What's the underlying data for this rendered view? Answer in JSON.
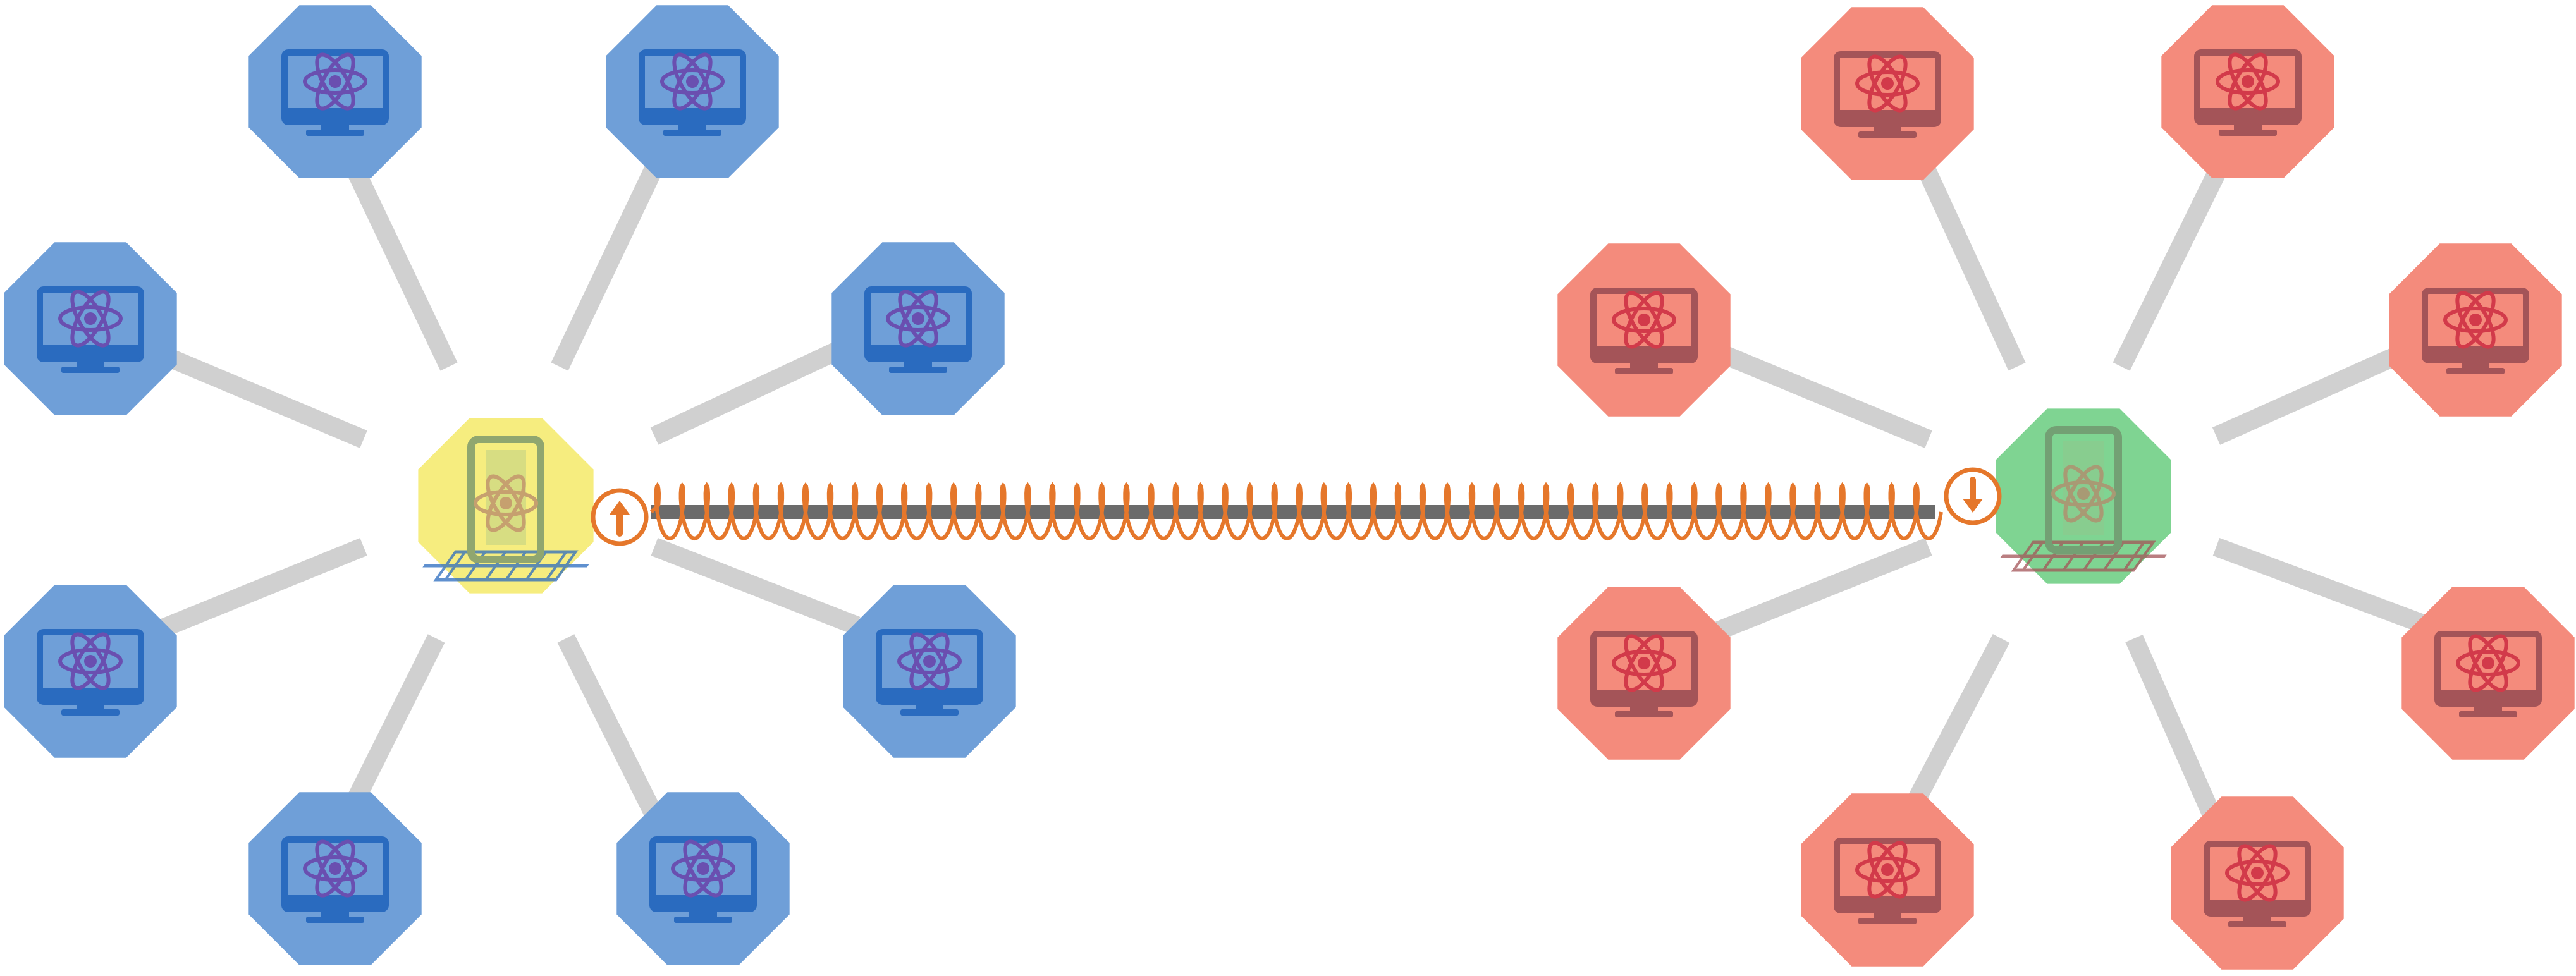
{
  "colors": {
    "background": "#ffffff",
    "spoke": "#d0d0d0",
    "link": "#6b6b6b",
    "coil": "#e5772b",
    "left_node": "#6f9fd8",
    "left_icon": "#2a6bbf",
    "left_atom": "#6a4fb0",
    "left_hub": "#f6ed7f",
    "right_node": "#f48b7c",
    "right_icon": "#a45458",
    "right_atom": "#d23a4a",
    "right_hub": "#7fd492"
  },
  "clusters": [
    {
      "id": "left",
      "node_icon": "quantum-computer-icon",
      "hub_icon": "quantum-device-icon",
      "hub_color": "yellow",
      "node_color": "blue",
      "node_count": 8,
      "link_arrow_icon": "arrow-up-icon"
    },
    {
      "id": "right",
      "node_icon": "quantum-computer-icon",
      "hub_icon": "quantum-device-icon",
      "hub_color": "green",
      "node_color": "red",
      "node_count": 8,
      "link_arrow_icon": "arrow-down-icon"
    }
  ]
}
